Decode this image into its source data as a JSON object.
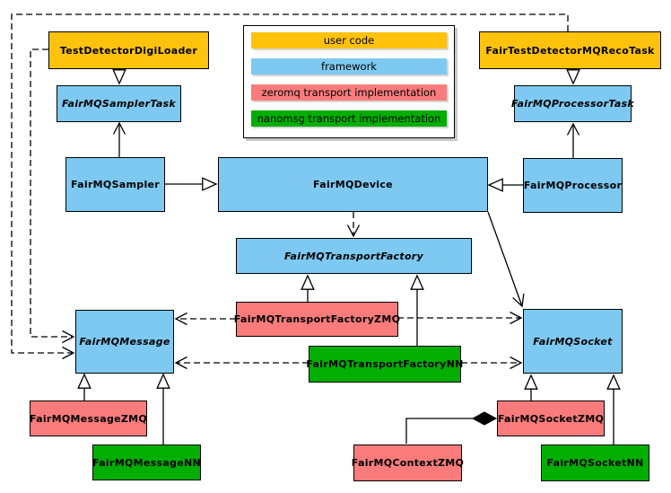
{
  "diagram_type": "uml-class-diagram",
  "legend": {
    "items": [
      {
        "label": "user code",
        "color": "#FFC20D",
        "category": "user"
      },
      {
        "label": "framework",
        "color": "#7DC9F1",
        "category": "framework"
      },
      {
        "label": "zeromq transport implementation",
        "color": "#F97B7B",
        "category": "zeromq"
      },
      {
        "label": "nanomsg transport implementation",
        "color": "#01AE01",
        "category": "nanomsg"
      }
    ]
  },
  "nodes": {
    "test_detector_digi_loader": {
      "label": "TestDetectorDigiLoader",
      "category": "user",
      "abstract": false
    },
    "fair_test_detector_mq_reco_task": {
      "label": "FairTestDetectorMQRecoTask",
      "category": "user",
      "abstract": false
    },
    "fairmq_sampler_task": {
      "label": "FairMQSamplerTask",
      "category": "framework",
      "abstract": true
    },
    "fairmq_processor_task": {
      "label": "FairMQProcessorTask",
      "category": "framework",
      "abstract": true
    },
    "fairmq_sampler": {
      "label": "FairMQSampler",
      "category": "framework",
      "abstract": false
    },
    "fairmq_device": {
      "label": "FairMQDevice",
      "category": "framework",
      "abstract": false
    },
    "fairmq_processor": {
      "label": "FairMQProcessor",
      "category": "framework",
      "abstract": false
    },
    "fairmq_transport_factory": {
      "label": "FairMQTransportFactory",
      "category": "framework",
      "abstract": true
    },
    "fairmq_transport_factory_zmq": {
      "label": "FairMQTransportFactoryZMQ",
      "category": "zeromq",
      "abstract": false
    },
    "fairmq_transport_factory_nn": {
      "label": "FairMQTransportFactoryNN",
      "category": "nanomsg",
      "abstract": false
    },
    "fairmq_message": {
      "label": "FairMQMessage",
      "category": "framework",
      "abstract": true
    },
    "fairmq_socket": {
      "label": "FairMQSocket",
      "category": "framework",
      "abstract": true
    },
    "fairmq_message_zmq": {
      "label": "FairMQMessageZMQ",
      "category": "zeromq",
      "abstract": false
    },
    "fairmq_message_nn": {
      "label": "FairMQMessageNN",
      "category": "nanomsg",
      "abstract": false
    },
    "fairmq_context_zmq": {
      "label": "FairMQContextZMQ",
      "category": "zeromq",
      "abstract": false
    },
    "fairmq_socket_zmq": {
      "label": "FairMQSocketZMQ",
      "category": "zeromq",
      "abstract": false
    },
    "fairmq_socket_nn": {
      "label": "FairMQSocketNN",
      "category": "nanomsg",
      "abstract": false
    }
  },
  "edges": [
    {
      "from": "TestDetectorDigiLoader",
      "to": "FairMQSamplerTask",
      "type": "inheritance"
    },
    {
      "from": "FairTestDetectorMQRecoTask",
      "to": "FairMQProcessorTask",
      "type": "inheritance"
    },
    {
      "from": "FairMQSampler",
      "to": "FairMQSamplerTask",
      "type": "association-arrow"
    },
    {
      "from": "FairMQProcessor",
      "to": "FairMQProcessorTask",
      "type": "association-arrow"
    },
    {
      "from": "FairMQSampler",
      "to": "FairMQDevice",
      "type": "inheritance"
    },
    {
      "from": "FairMQProcessor",
      "to": "FairMQDevice",
      "type": "inheritance"
    },
    {
      "from": "FairMQDevice",
      "to": "FairMQTransportFactory",
      "type": "dependency-dashed"
    },
    {
      "from": "FairMQDevice",
      "to": "FairMQSocket",
      "type": "association-arrow"
    },
    {
      "from": "FairMQTransportFactoryZMQ",
      "to": "FairMQTransportFactory",
      "type": "inheritance"
    },
    {
      "from": "FairMQTransportFactoryNN",
      "to": "FairMQTransportFactory",
      "type": "inheritance"
    },
    {
      "from": "FairMQTransportFactoryZMQ",
      "to": "FairMQMessage",
      "type": "dependency-dashed"
    },
    {
      "from": "FairMQTransportFactoryZMQ",
      "to": "FairMQSocket",
      "type": "dependency-dashed"
    },
    {
      "from": "FairMQTransportFactoryNN",
      "to": "FairMQMessage",
      "type": "dependency-dashed"
    },
    {
      "from": "FairMQTransportFactoryNN",
      "to": "FairMQSocket",
      "type": "dependency-dashed"
    },
    {
      "from": "TestDetectorDigiLoader",
      "to": "FairMQMessage",
      "type": "dependency-dashed"
    },
    {
      "from": "FairTestDetectorMQRecoTask",
      "to": "FairMQMessage",
      "type": "dependency-dashed"
    },
    {
      "from": "FairMQMessageZMQ",
      "to": "FairMQMessage",
      "type": "inheritance"
    },
    {
      "from": "FairMQMessageNN",
      "to": "FairMQMessage",
      "type": "inheritance"
    },
    {
      "from": "FairMQSocketZMQ",
      "to": "FairMQSocket",
      "type": "inheritance"
    },
    {
      "from": "FairMQSocketNN",
      "to": "FairMQSocket",
      "type": "inheritance"
    },
    {
      "from": "FairMQSocketZMQ",
      "to": "FairMQContextZMQ",
      "type": "composition"
    }
  ],
  "colors": {
    "user_code": "#FFC20D",
    "framework": "#7DC9F1",
    "zeromq": "#F97B7B",
    "nanomsg": "#01AE01",
    "line": "#000000",
    "background": "#FFFFFF"
  }
}
